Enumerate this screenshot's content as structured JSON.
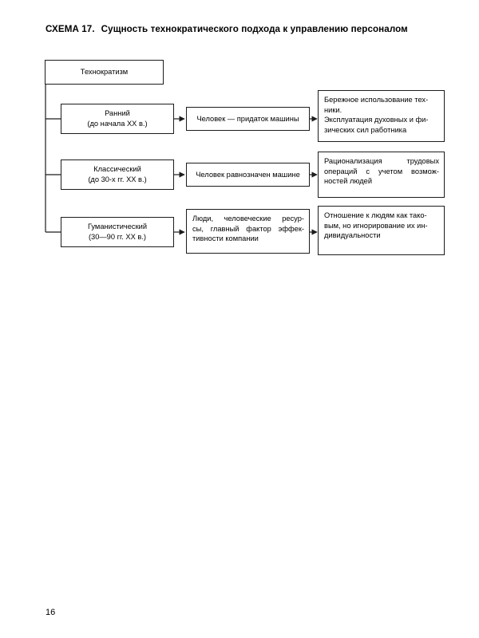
{
  "document": {
    "title_number": "СХЕМА 17.",
    "title_text": "Сущность технократического подхода к управлению персоналом",
    "page_number": "16"
  },
  "diagram": {
    "type": "tree-flowchart",
    "root": {
      "id": "root",
      "label": "Технократизм"
    },
    "rows": [
      {
        "stage": {
          "line1": "Ранний",
          "line2": "(до начала XX в.)"
        },
        "middle": {
          "line1": "Человек — придаток машины"
        },
        "result": {
          "lines": [
            "Бережное использование тех-",
            "ники.",
            "Эксплуатация духовных и фи-",
            "зических сил работника"
          ]
        }
      },
      {
        "stage": {
          "line1": "Классический",
          "line2": "(до 30-х гг. XX в.)"
        },
        "middle": {
          "line1": "Человек равнозначен машине"
        },
        "result": {
          "lines": [
            "Рационализация трудовых",
            "операций с учетом возмож-",
            "ностей людей"
          ]
        }
      },
      {
        "stage": {
          "line1": "Гуманистический",
          "line2": "(30—90 гг. XX в.)"
        },
        "middle": {
          "lines": [
            "Люди, человеческие ресур-",
            "сы, главный фактор эффек-",
            "тивности компании"
          ]
        },
        "result": {
          "lines": [
            "Отношение к людям как тако-",
            "вым, но игнорирование их ин-",
            "дивидуальности"
          ]
        }
      }
    ],
    "colors": {
      "border": "#1c1c1c",
      "background": "#ffffff",
      "text": "#000000"
    }
  }
}
